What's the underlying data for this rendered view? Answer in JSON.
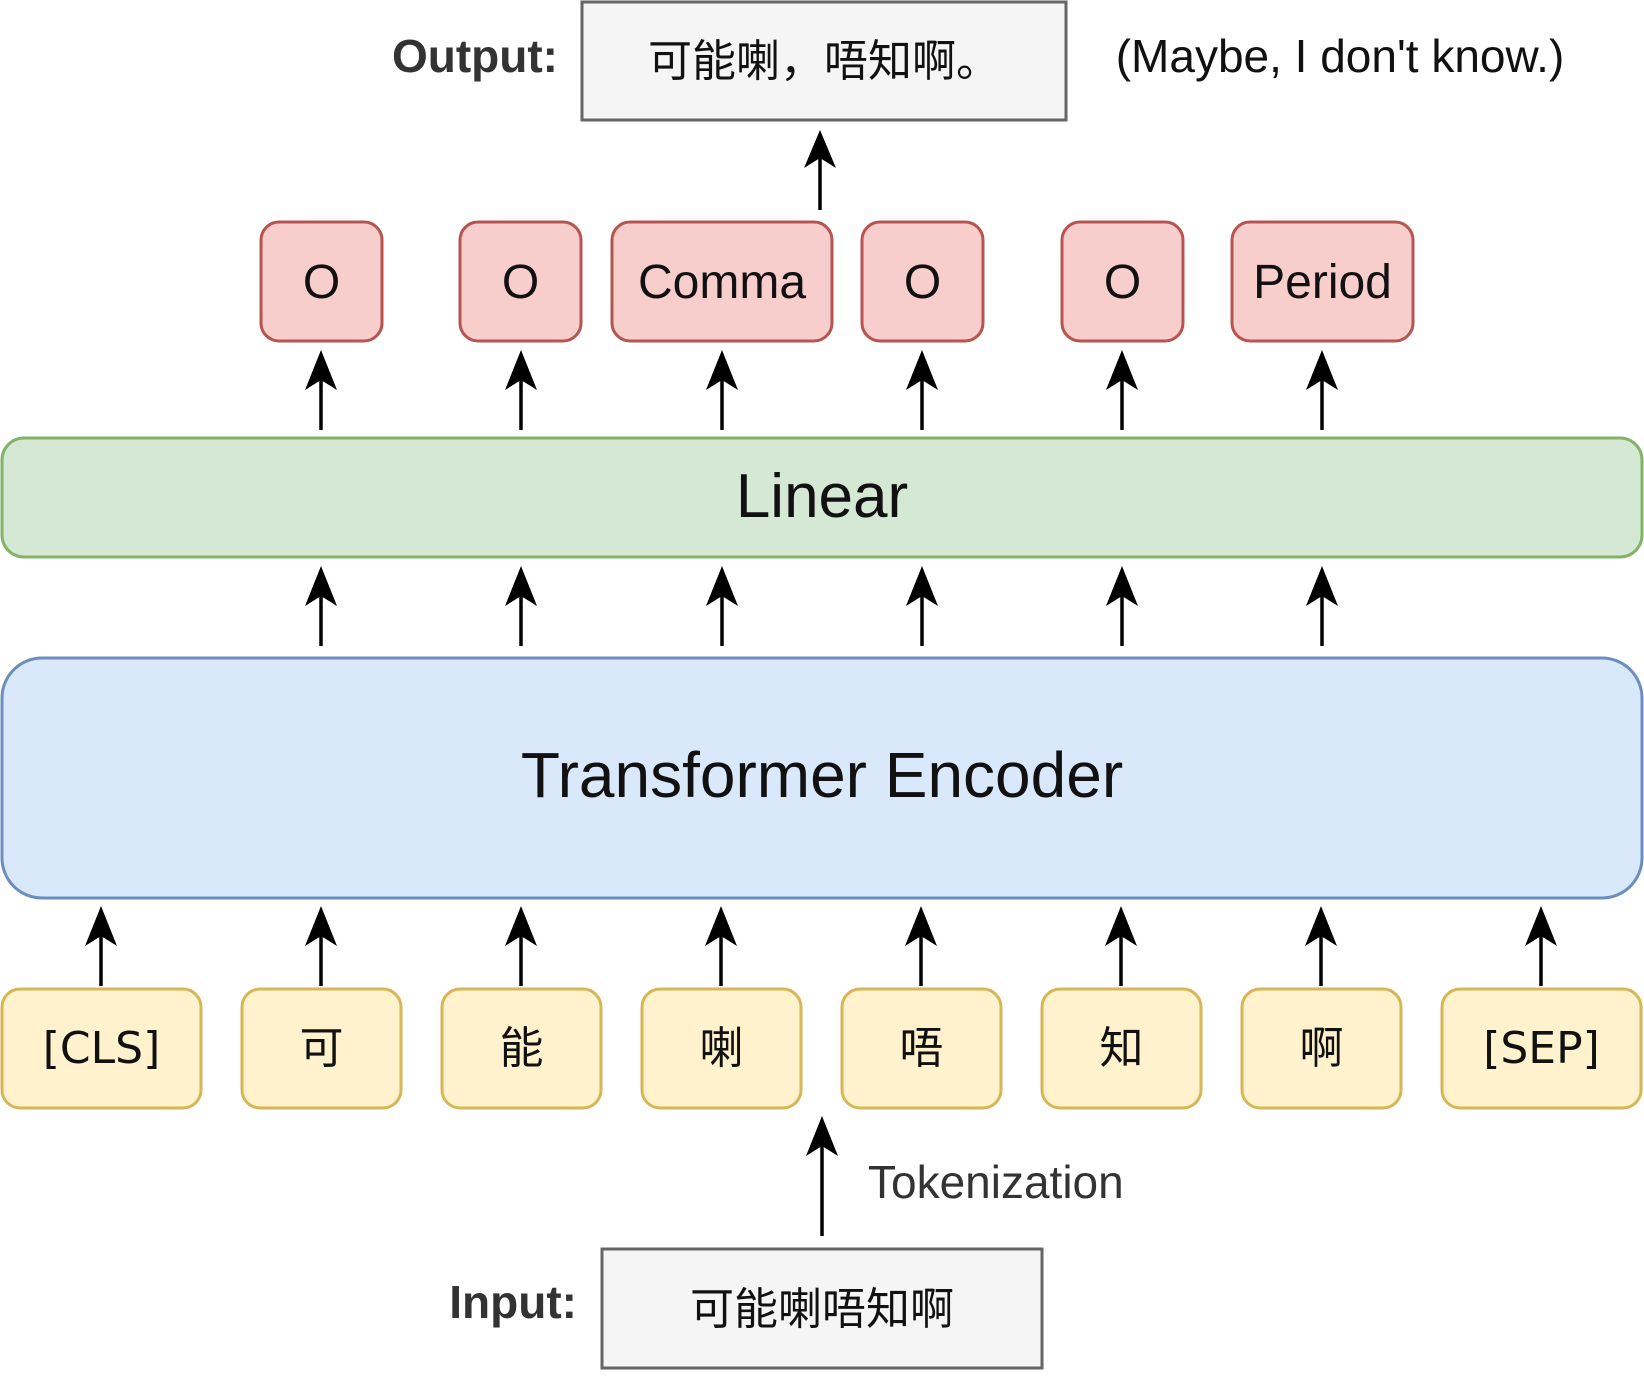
{
  "output": {
    "label": "Output:",
    "text": "可能喇，唔知啊。",
    "translation": "(Maybe, I don't know.)"
  },
  "tags": [
    "O",
    "O",
    "Comma",
    "O",
    "O",
    "Period"
  ],
  "linear": {
    "label": "Linear"
  },
  "encoder": {
    "label": "Transformer Encoder"
  },
  "tokens": [
    "[CLS]",
    "可",
    "能",
    "喇",
    "唔",
    "知",
    "啊",
    "[SEP]"
  ],
  "tokenization": {
    "label": "Tokenization"
  },
  "input": {
    "label": "Input:",
    "text": "可能喇唔知啊"
  },
  "colors": {
    "tag_fill": "#f8cecc",
    "tag_stroke": "#b85450",
    "linear_fill": "#d5e8d4",
    "linear_stroke": "#82b366",
    "encoder_fill": "#dae8fc",
    "encoder_stroke": "#6c8ebf",
    "token_fill": "#fff2cc",
    "token_stroke": "#d6b656",
    "io_fill": "#f5f5f5",
    "io_stroke": "#666666"
  }
}
